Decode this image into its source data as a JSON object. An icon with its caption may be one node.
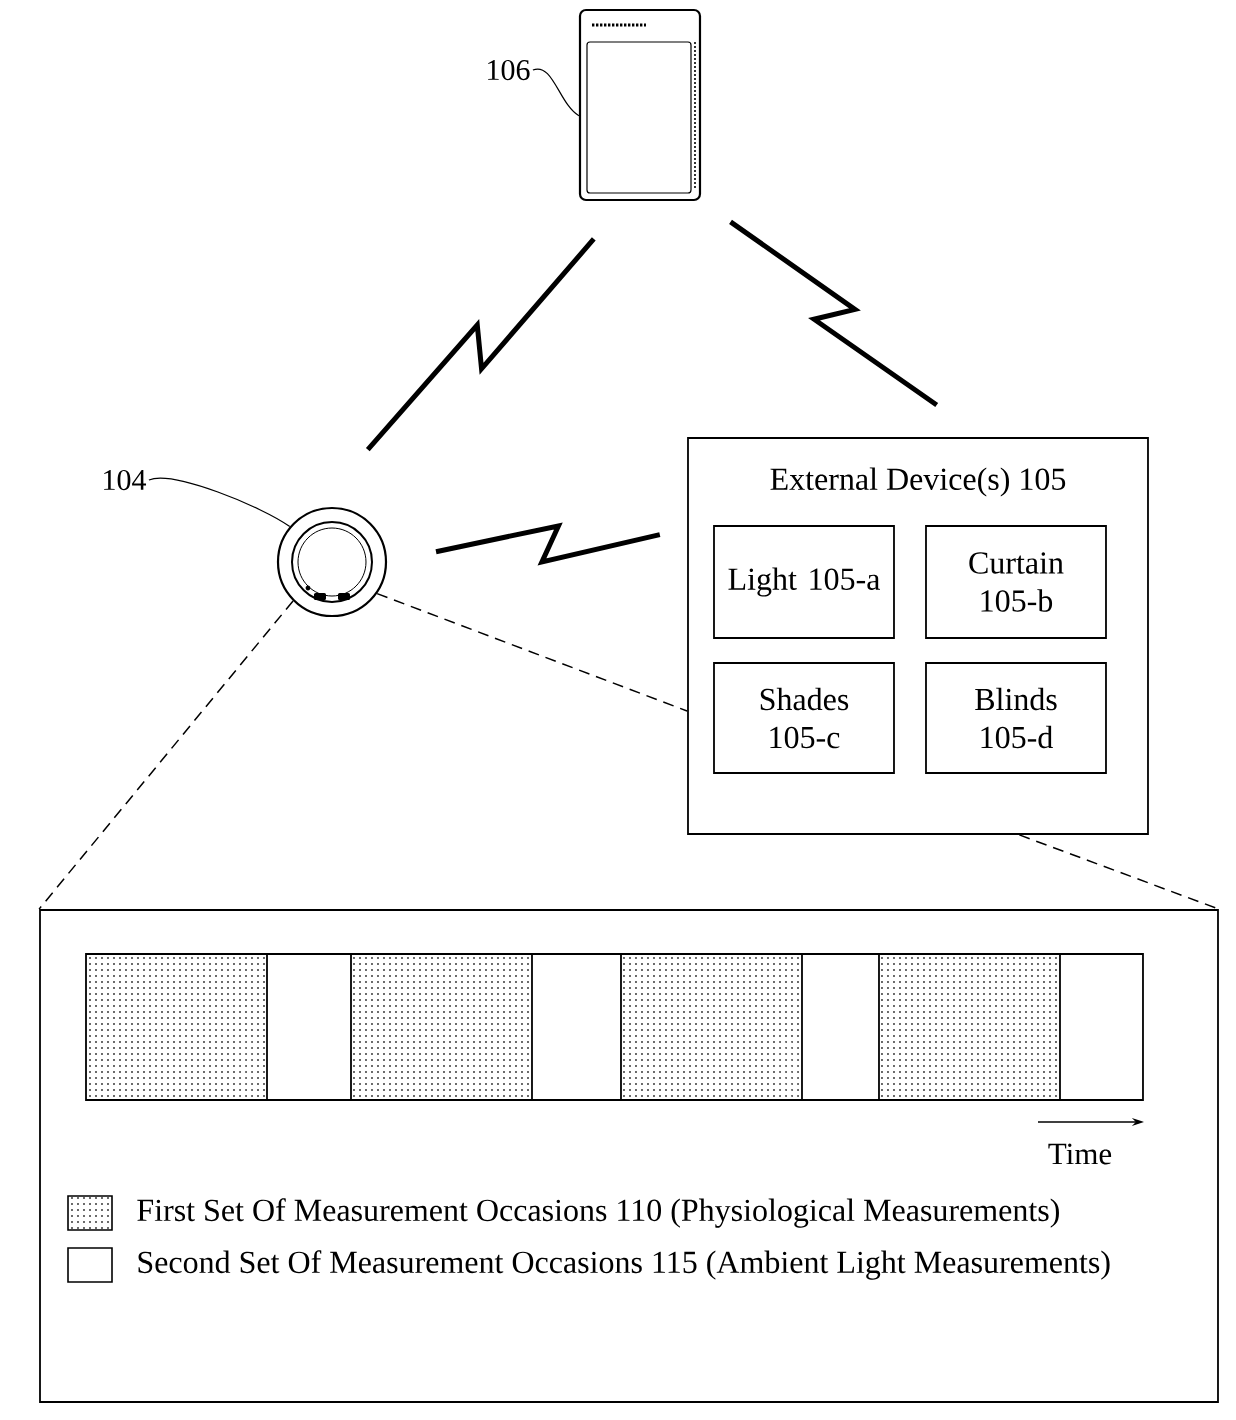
{
  "diagram": {
    "nodes": [
      {
        "text": [
          "106"
        ]
      },
      {
        "text": [],
        "shape": "picture"
      },
      {
        "text": [
          "104"
        ]
      },
      {
        "text": [],
        "shape": "picture"
      },
      {
        "text": [
          "External Device(s) 105"
        ]
      },
      {
        "text": [
          "Light 105-a"
        ],
        "in": 4
      },
      {
        "text": [
          "Curtain 105-b"
        ],
        "in": 4
      },
      {
        "text": [
          "Shades 105-c"
        ],
        "in": 4
      },
      {
        "text": [
          "Blinds 105-d"
        ],
        "in": 4
      },
      {
        "text": [],
        "shape": "box"
      }
    ],
    "edges": [
      {
        "from": 0,
        "to": 1,
        "arrow": "none"
      },
      {
        "from": 2,
        "to": 3,
        "arrow": "none"
      },
      {
        "from": 1,
        "to": 3,
        "arrow": "none",
        "style": "thick"
      },
      {
        "from": 1,
        "to": 4,
        "arrow": "none",
        "style": "thick"
      },
      {
        "from": 3,
        "to": 4,
        "arrow": "none",
        "style": "thick"
      },
      {
        "from": 3,
        "to": 9,
        "arrow": "none",
        "style": "dashed"
      },
      {
        "from": 3,
        "to": 4,
        "arrow": "none",
        "style": "dashed"
      },
      {
        "from": 4,
        "to": 9,
        "arrow": "none",
        "style": "dashed"
      }
    ],
    "labels": [
      "Time"
    ],
    "legend": [
      {
        "text": "First Set Of Measurement Occasions 110 (Physiological Measurements)"
      },
      {
        "text": "Second Set Of Measurement Occasions 115 (Ambient Light Measurements)"
      }
    ]
  }
}
